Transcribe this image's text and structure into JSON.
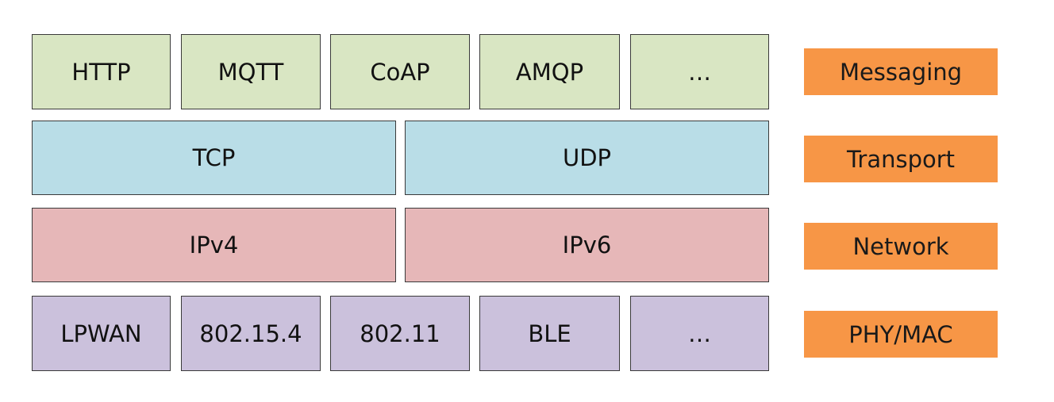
{
  "layers": {
    "messaging": {
      "label": "Messaging",
      "protocols": [
        "HTTP",
        "MQTT",
        "CoAP",
        "AMQP",
        "…"
      ]
    },
    "transport": {
      "label": "Transport",
      "protocols": [
        "TCP",
        "UDP"
      ]
    },
    "network": {
      "label": "Network",
      "protocols": [
        "IPv4",
        "IPv6"
      ]
    },
    "phymac": {
      "label": "PHY/MAC",
      "protocols": [
        "LPWAN",
        "802.15.4",
        "802.11",
        "BLE",
        "…"
      ]
    }
  },
  "colors": {
    "messaging_fill": "#d9e6c3",
    "transport_fill": "#b9dde7",
    "network_fill": "#e6b7b8",
    "phymac_fill": "#cbc1dc",
    "layer_label_fill": "#f79646"
  }
}
